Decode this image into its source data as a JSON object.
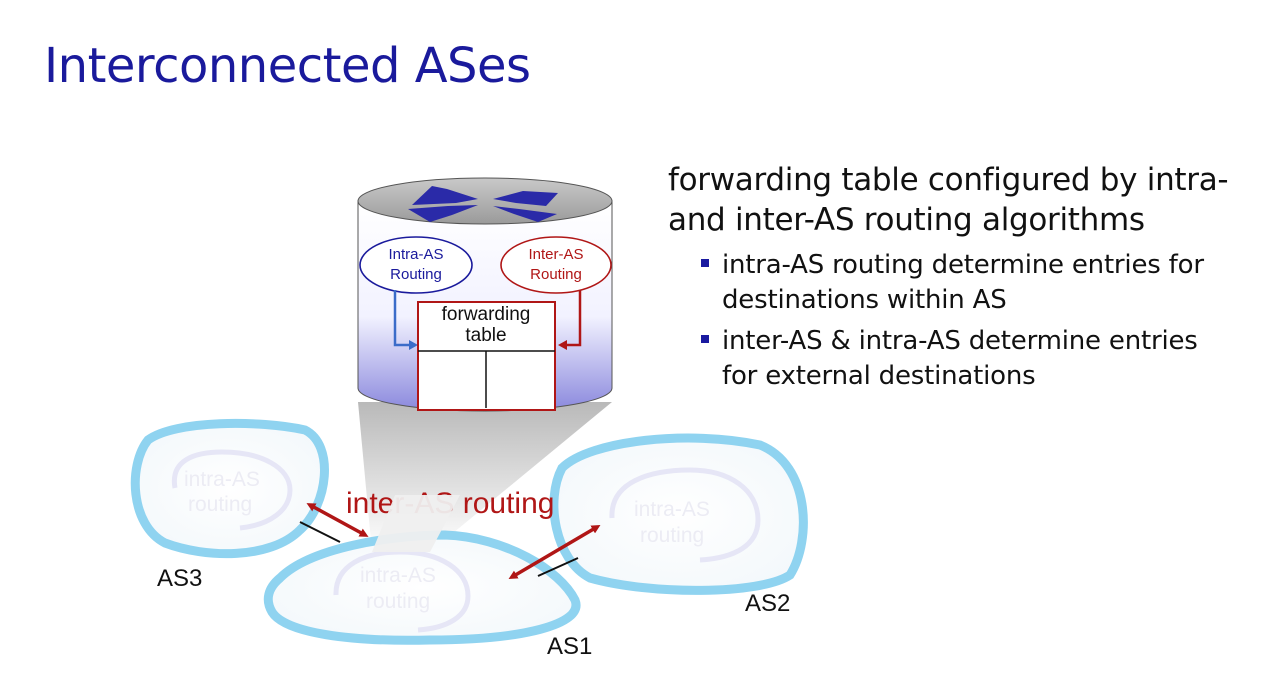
{
  "slide": {
    "title": "Interconnected ASes"
  },
  "router": {
    "intra_label_line1": "Intra-AS",
    "intra_label_line2": "Routing",
    "inter_label_line1": "Inter-AS",
    "inter_label_line2": "Routing",
    "table_line1": "forwarding",
    "table_line2": "table"
  },
  "ases": [
    {
      "label": "AS3",
      "inner_text": "intra-AS routing"
    },
    {
      "label": "AS1",
      "inner_text": "intra-AS routing"
    },
    {
      "label": "AS2",
      "inner_text": "intra-AS routing"
    }
  ],
  "inter_label": "inter-AS routing",
  "bullets": {
    "main": "forwarding table  configured by intra- and inter-AS routing algorithms",
    "main_line1": "forwarding table  configured by intra-",
    "main_line2": "and inter-AS routing algorithms",
    "items": [
      {
        "line1": "intra-AS routing determine entries for",
        "line2": "destinations within AS"
      },
      {
        "line1": "inter-AS & intra-AS determine entries",
        "line2": "for external destinations"
      }
    ]
  },
  "colors": {
    "title": "#1a1a9c",
    "inter": "#b01616",
    "intra": "#1a1a9c",
    "as_edge": "#8fd3f0"
  }
}
